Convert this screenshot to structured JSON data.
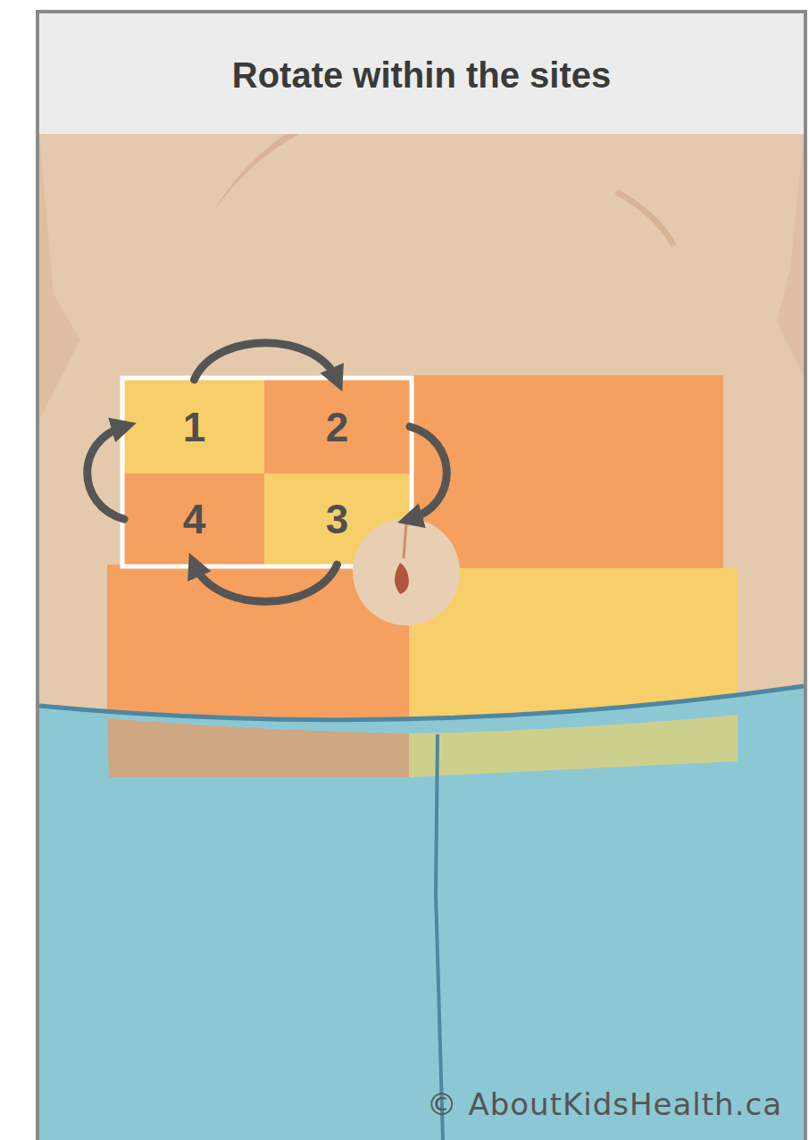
{
  "diagram": {
    "title": "Rotate within the sites",
    "nodes": [
      {
        "text": [
          "1"
        ]
      },
      {
        "text": [
          "2"
        ]
      },
      {
        "text": [
          "3"
        ]
      },
      {
        "text": [
          "4"
        ]
      }
    ],
    "edges": [
      {
        "from": 0,
        "to": 1,
        "arrow": "to"
      },
      {
        "from": 1,
        "to": 2,
        "arrow": "to"
      },
      {
        "from": 2,
        "to": 3,
        "arrow": "to"
      },
      {
        "from": 3,
        "to": 0,
        "arrow": "to"
      }
    ],
    "labels": [
      "© AboutKidsHealth.ca"
    ]
  }
}
